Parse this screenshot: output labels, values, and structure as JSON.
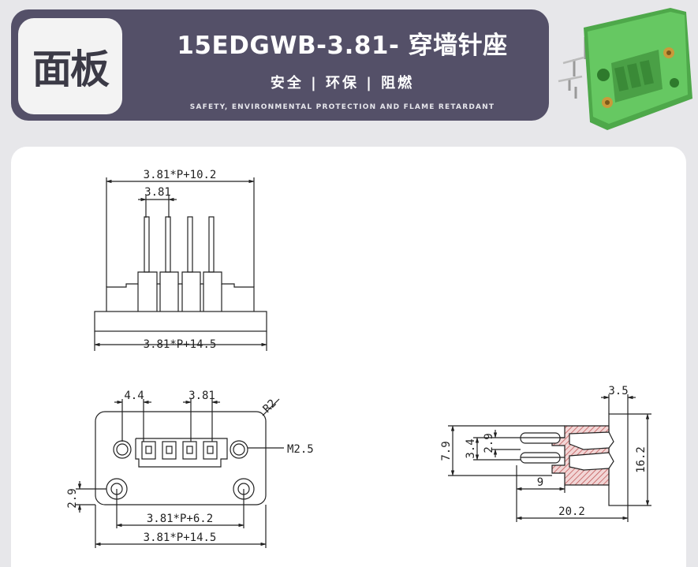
{
  "header": {
    "badge": "面板",
    "title": "15EDGWB-3.81- 穿墙针座",
    "subtitle": "安全 | 环保 | 阻燃",
    "tagline": "SAFETY, ENVIRONMENTAL PROTECTION AND FLAME RETARDANT"
  },
  "front_view": {
    "dim_top": "3.81*P+10.2",
    "dim_pitch": "3.81",
    "dim_bottom": "3.81*P+14.5"
  },
  "panel_view": {
    "dim_left": "4.4",
    "dim_pitch": "3.81",
    "dim_radius": "R2",
    "dim_screw": "M2.5",
    "dim_height": "2.9",
    "dim_holes": "3.81*P+6.2",
    "dim_width": "3.81*P+14.5"
  },
  "side_view": {
    "dim_top": "3.5",
    "dim_a": "7.9",
    "dim_b": "3.4",
    "dim_c": "2.9",
    "dim_pin": "9",
    "dim_total": "20.2",
    "dim_height": "16.2"
  },
  "colors": {
    "banner": "#545068",
    "badge_bg": "#f3f3f3",
    "product_green": "#5fc15a",
    "hatch": "#d88a8a"
  }
}
